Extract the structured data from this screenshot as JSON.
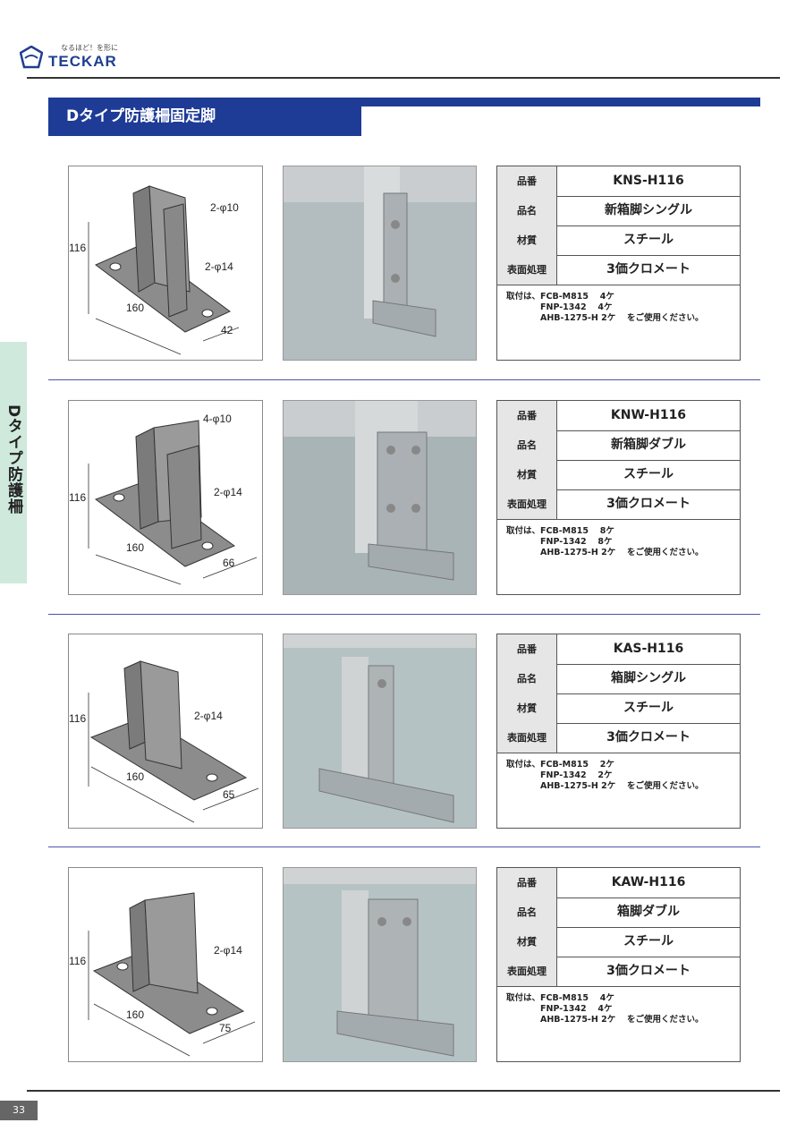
{
  "header": {
    "tagline": "なるほど！を形に",
    "brand": "TECKAR"
  },
  "title": "Dタイプ防護柵固定脚",
  "side_tab": "Dタイプ防護柵",
  "page_number": "33",
  "spec_labels": {
    "part_no": "品番",
    "name": "品名",
    "material": "材質",
    "finish": "表面処理"
  },
  "products": [
    {
      "part_no": "KNS-H116",
      "name": "新箱脚シングル",
      "material": "スチール",
      "finish": "3価クロメート",
      "note": [
        "取付は、FCB-M815　 4ケ",
        "　　　　FNP-1342　 4ケ",
        "　　　　AHB-1275-H 2ケ　 をご使用ください。"
      ],
      "dims": {
        "height": "116",
        "length": "160",
        "width": "42",
        "hole_small": "2-φ10",
        "hole_large": "2-φ14"
      }
    },
    {
      "part_no": "KNW-H116",
      "name": "新箱脚ダブル",
      "material": "スチール",
      "finish": "3価クロメート",
      "note": [
        "取付は、FCB-M815　 8ケ",
        "　　　　FNP-1342　 8ケ",
        "　　　　AHB-1275-H 2ケ　 をご使用ください。"
      ],
      "dims": {
        "height": "116",
        "length": "160",
        "width": "66",
        "hole_small": "4-φ10",
        "hole_large": "2-φ14"
      }
    },
    {
      "part_no": "KAS-H116",
      "name": "箱脚シングル",
      "material": "スチール",
      "finish": "3価クロメート",
      "note": [
        "取付は、FCB-M815　 2ケ",
        "　　　　FNP-1342　 2ケ",
        "　　　　AHB-1275-H 2ケ　 をご使用ください。"
      ],
      "dims": {
        "height": "116",
        "length": "160",
        "width": "65",
        "hole_large": "2-φ14"
      }
    },
    {
      "part_no": "KAW-H116",
      "name": "箱脚ダブル",
      "material": "スチール",
      "finish": "3価クロメート",
      "note": [
        "取付は、FCB-M815　 4ケ",
        "　　　　FNP-1342　 4ケ",
        "　　　　AHB-1275-H 2ケ　 をご使用ください。"
      ],
      "dims": {
        "height": "116",
        "length": "160",
        "width": "75",
        "hole_large": "2-φ14"
      }
    }
  ]
}
